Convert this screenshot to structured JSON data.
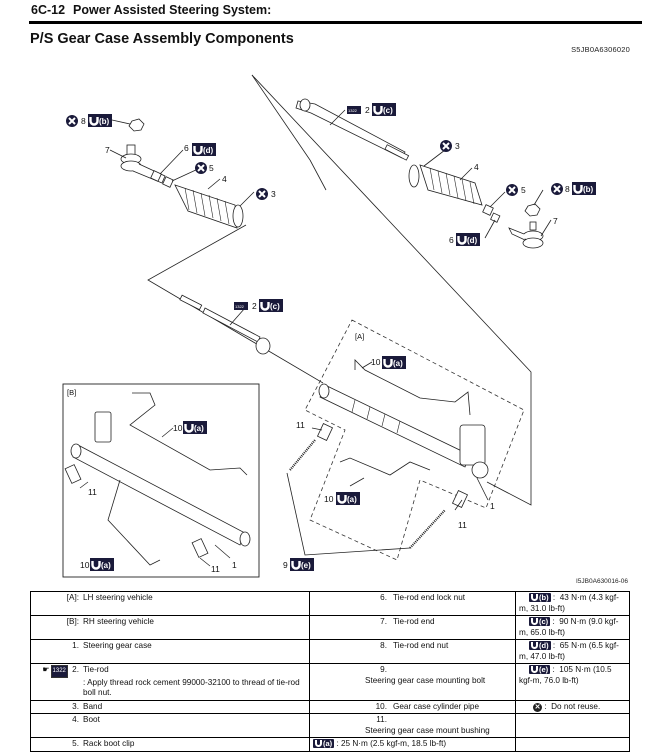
{
  "header": {
    "section": "6C-12",
    "chapter": "Power Assisted Steering System:",
    "title_prefix": "P/S",
    "title_rest": " Gear Case Assembly Components",
    "image_id": "S5JB0A6306020",
    "figure_id": "I5JB0A630016-06"
  },
  "diagram": {
    "inset_A_label": "[A]",
    "inset_B_label": "[B]",
    "callouts": {
      "c1": "1",
      "c2": "2",
      "c3": "3",
      "c4": "4",
      "c5": "5",
      "c6": "6",
      "c7": "7",
      "c8": "8",
      "c9": "9",
      "c10": "10",
      "c11": "11"
    },
    "torque_tags": {
      "a": "(a)",
      "b": "(b)",
      "c": "(c)",
      "d": "(d)",
      "e": "(e)"
    },
    "cement_tag": "1322"
  },
  "legend": {
    "rows": [
      {
        "left_key": "[A]:",
        "left_val": "LH steering vehicle",
        "mid_key": "6.",
        "mid_val": "Tie-rod end lock nut",
        "right_tag": "(b)",
        "right_val": "43 N·m (4.3 kgf-m, 31.0 lb-ft)"
      },
      {
        "left_key": "[B]:",
        "left_val": "RH steering vehicle",
        "mid_key": "7.",
        "mid_val": "Tie-rod end",
        "right_tag": "(c)",
        "right_val": "90 N·m (9.0 kgf-m, 65.0 lb-ft)"
      },
      {
        "left_key": "1.",
        "left_val": "Steering gear case",
        "mid_key": "8.",
        "mid_val": "Tie-rod end nut",
        "right_tag": "(d)",
        "right_val": "65 N·m (6.5 kgf-m, 47.0 lb-ft)"
      },
      {
        "left_key": "2.",
        "left_val": "Tie-rod",
        "left_note": ": Apply thread rock cement 99000-32100 to thread of tie-rod boll nut.",
        "left_icon": "1322",
        "mid_key": "9.",
        "mid_val": "Steering gear case mounting bolt",
        "right_tag": "(e)",
        "right_val": "105 N·m (10.5 kgf-m, 76.0 lb-ft)"
      },
      {
        "left_key": "3.",
        "left_val": "Band",
        "mid_key": "10.",
        "mid_val": "Gear case cylinder pipe",
        "right_icon": "do-not-reuse",
        "right_val": "Do not reuse."
      },
      {
        "left_key": "4.",
        "left_val": "Boot",
        "mid_key": "11.",
        "mid_val": "Steering gear case mount bushing",
        "right_val": ""
      },
      {
        "left_key": "5.",
        "left_val": "Rack boot clip",
        "mid_tag": "(a)",
        "mid_val": "25 N·m (2.5 kgf-m, 18.5 lb-ft)",
        "right_val": ""
      }
    ]
  },
  "colors": {
    "torque_badge": "#1a1a3a",
    "line": "#222222"
  }
}
